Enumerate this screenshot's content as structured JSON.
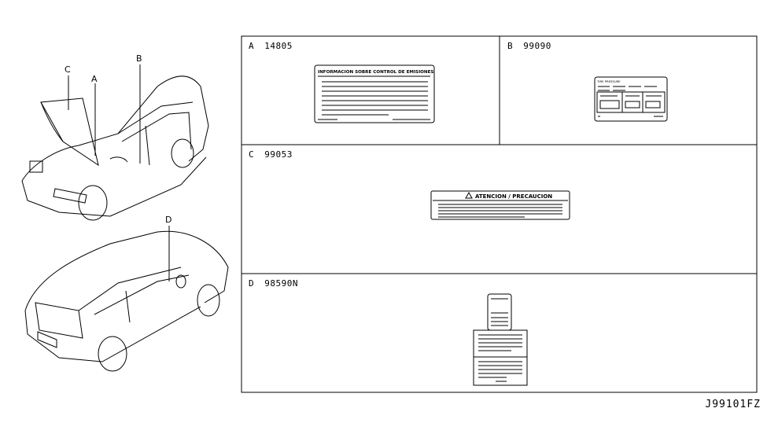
{
  "diagram_code": "J99101FZ",
  "callouts": {
    "a": "A",
    "b": "B",
    "c": "C",
    "d": "D"
  },
  "panels": [
    {
      "letter": "A",
      "part_number": "14805",
      "label_heading": "INFORMACION SOBRE CONTROL DE EMISIONES"
    },
    {
      "letter": "B",
      "part_number": "99090",
      "label_heading": "TIRE PRESSURE"
    },
    {
      "letter": "C",
      "part_number": "99053",
      "label_heading": "ATENCION / PRECAUCION"
    },
    {
      "letter": "D",
      "part_number": "98590N"
    }
  ]
}
